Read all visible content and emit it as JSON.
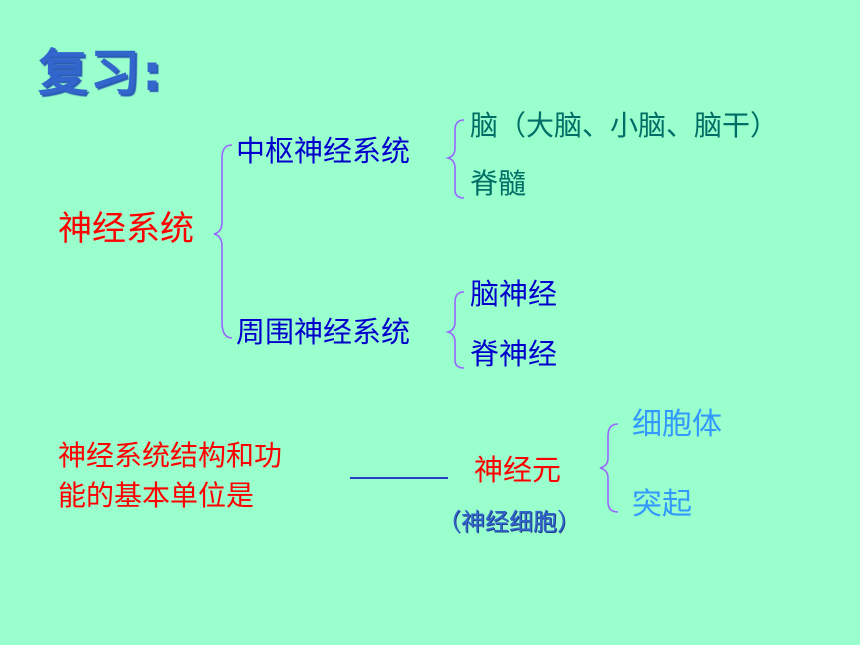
{
  "title": "复习:",
  "root": "神经系统",
  "branches": {
    "central": {
      "label": "中枢神经系统",
      "items": [
        "脑（大脑、小脑、脑干）",
        "脊髓"
      ]
    },
    "peripheral": {
      "label": "周围神经系统",
      "items": [
        "脑神经",
        "脊神经"
      ]
    }
  },
  "question": {
    "line1": "神经系统结构和功",
    "line2": "能的基本单位是"
  },
  "answer": {
    "term": "神经元",
    "alias": "（神经细胞）",
    "parts": [
      "细胞体",
      "突起"
    ]
  },
  "colors": {
    "background": "#99FFCC",
    "title": "#3366CC",
    "root": "#FF0000",
    "branch": "#0000CC",
    "leaf": "#006E66",
    "parts": "#3399FF",
    "brackets": "#9966FF"
  }
}
